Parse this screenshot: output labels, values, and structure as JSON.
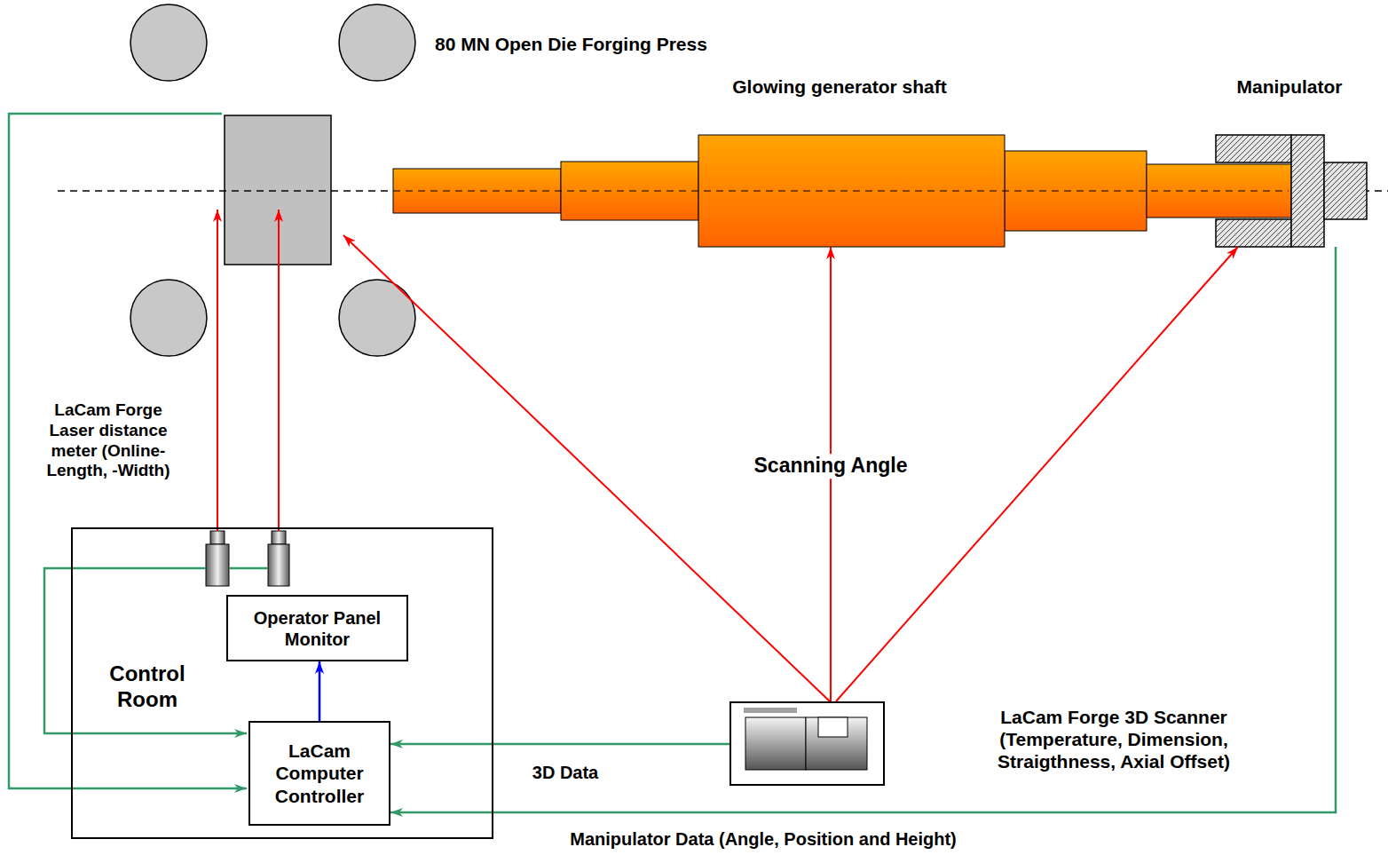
{
  "diagram": {
    "nodes": [
      {
        "text": [
          "Glowing generator shaft"
        ]
      },
      {
        "text": [
          "Manipulator"
        ]
      },
      {
        "text": [
          "Control Room"
        ]
      },
      {
        "text": [
          "Operator Panel Monitor"
        ],
        "in": 2
      },
      {
        "text": [
          "LaCam Computer Controller"
        ],
        "in": 2
      },
      {
        "text": [
          "LaCam Forge 3D Scanner (Temperature, Dimension, Straigthness, Axial Offset)"
        ]
      }
    ],
    "edges": [
      {
        "from": 4,
        "to": 3,
        "arrow": "to"
      },
      {
        "from": 5,
        "to": 4,
        "label": "3D Data",
        "arrow": "to"
      },
      {
        "from": 1,
        "to": 4,
        "label": "Manipulator Data (Angle, Position and Height)",
        "arrow": "to"
      },
      {
        "from": 5,
        "to": 0,
        "label": "Scanning Angle",
        "arrow": "to"
      },
      {
        "from": 5,
        "to": 1,
        "arrow": "to"
      }
    ],
    "labels": [
      "80 MN Open Die Forging Press",
      "LaCam Forge Laser distance meter (Online-Length, -Width)"
    ]
  }
}
